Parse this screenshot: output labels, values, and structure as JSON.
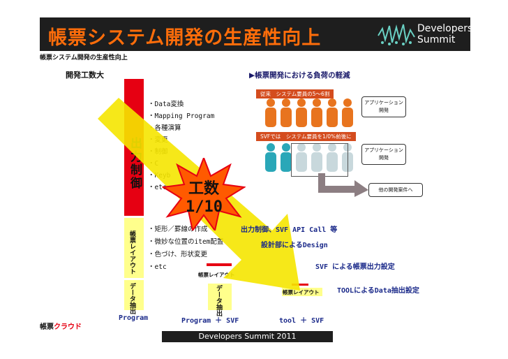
{
  "header": {
    "title": "帳票システム開発の生産性向上",
    "logo_line1": "Developers",
    "logo_line2": "Summit"
  },
  "subtitle": "帳票システム開発の生産性向上",
  "effort_label": "開発工数大",
  "column1": {
    "output_control_label": "出力制御",
    "layout_label": "帳票レイアウト",
    "extract_label": "データ抽出",
    "bottom_label": "Program"
  },
  "bullets_top": [
    "・Data変換",
    "・Mapping Program",
    "・各種演算",
    "・変更",
    "・制御",
    "・C",
    "・Keyb",
    "・etc"
  ],
  "bullets_bottom": [
    "・矩形／罫線の作成",
    "・微妙な位置のitem配置",
    "・色づけ、形状変更",
    "・etc"
  ],
  "starburst": {
    "line1": "工数",
    "line2": "1/10"
  },
  "column2": {
    "layout_label": "帳票レイアウト",
    "extract_label": "データ抽出",
    "bottom_label": "Program ＋ SVF"
  },
  "column3": {
    "layout_label": "帳票レイアウト",
    "bottom_label": "tool ＋ SVF"
  },
  "right_panel": {
    "section_title": "▶帳票開発における負荷の軽減",
    "flow1": "従来　システム要員の5～6割",
    "flow2": "SVFでは　システム要員を1/0%前後に",
    "callout1": "アプリケーション開発",
    "callout2": "アプリケーション開発",
    "callout3": "他の開発案件へ"
  },
  "notes": {
    "output_api": "出力制御、SVF API Call 等",
    "designer": "設計部によるDesign",
    "svf_setting": "SVF による帳票出力設定",
    "tool_setting": "TOOLによるData抽出設定"
  },
  "brand": {
    "left": "帳票",
    "right": "クラウド"
  },
  "footer": "Developers Summit 2011",
  "colors": {
    "header_bg": "#1e1e1e",
    "title": "#ff6d0a",
    "red": "#e60012",
    "yellow_arrow": "#f5e600",
    "person_orange": "#e8741e",
    "person_teal": "#2aa7b8"
  }
}
